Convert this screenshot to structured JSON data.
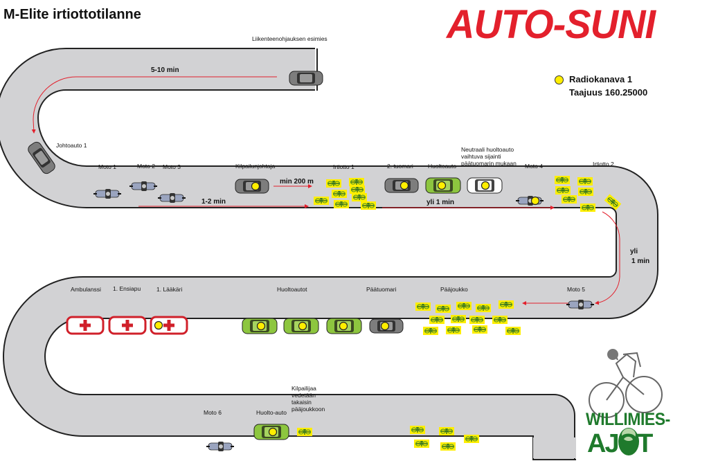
{
  "title": "M-Elite irtiottotilanne",
  "brand": "AUTO-SUNI",
  "legend": {
    "line1": "Radiokanava 1",
    "line2": "Taajuus 160.25000",
    "dot_color": "#ffee00"
  },
  "colors": {
    "road": "#d2d2d4",
    "road_edge": "#222222",
    "arrow": "#e3202c",
    "brand": "#e3202c",
    "support_car": "#8dc63f",
    "cyclist_box": "#ffee00",
    "logo": "#1f7a2c"
  },
  "labels": {
    "liikenteenohjaus": "Liikenteenohjauksen esimies",
    "johtoauto": "Johtoauto 1",
    "moto1": "Moto 1",
    "moto2": "Moto 2",
    "moto3": "Moto 3",
    "kilpailunjohtaja": "Kilpailunjohtaja",
    "irtiotto1": "Irtiotto 1",
    "tuomari2": "2. tuomari",
    "huoltoauto_top": "Huoltoauto",
    "neutraali_1": "Neutraali huoltoauto",
    "neutraali_2": "vaihtuva sijainti",
    "neutraali_3": "päätuomarin mukaan",
    "moto4": "Moto 4",
    "irtiotto2": "Irtiotto 2",
    "ambulanssi": "Ambulanssi",
    "ensiapu": "1. Ensiapu",
    "laakari": "1. Lääkäri",
    "huoltoautot": "Huoltoautot",
    "paatuomari": "Päätuomari",
    "paajoukko": "Pääjoukko",
    "moto5": "Moto 5",
    "moto6": "Moto 6",
    "huolto_auto": "Huolto-auto",
    "kilpailijaa_1": "Kilpailijaa",
    "kilpailijaa_2": "vedetään",
    "kilpailijaa_3": "takaisin",
    "kilpailijaa_4": "pääjoukkoon"
  },
  "distances": {
    "d_5_10": "5-10 min",
    "d_min200": "min 200 m",
    "d_1_2": "1-2 min",
    "d_yli1_a": "yli 1 min",
    "d_yli1_b_line1": "yli",
    "d_yli1_b_line2": "1 min"
  },
  "logo": {
    "line1": "WILLIMIES-",
    "line2": "AJOT"
  }
}
